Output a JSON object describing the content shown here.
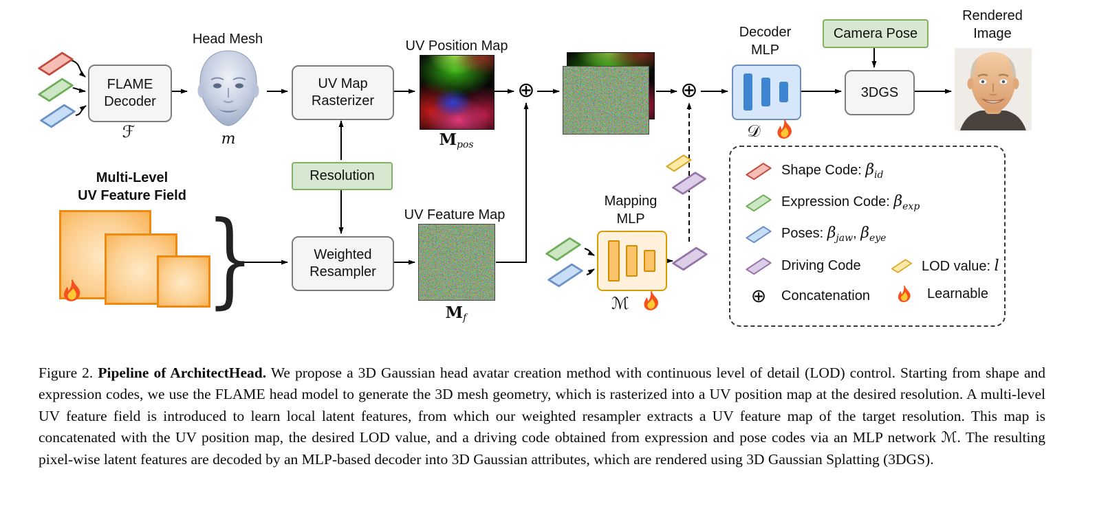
{
  "figure": {
    "caption_label": "Figure 2.",
    "caption_title": "Pipeline of ArchitectHead.",
    "caption_body": "We propose a 3D Gaussian head avatar creation method with continuous level of detail (LOD) control. Starting from shape and expression codes, we use the FLAME head model to generate the 3D mesh geometry, which is rasterized into a UV position map at the desired resolution. A multi-level UV feature field is introduced to learn local latent features, from which our weighted resampler extracts a UV feature map of the target resolution. This map is concatenated with the UV position map, the desired LOD value, and a driving code obtained from expression and pose codes via an MLP network ℳ. The resulting pixel-wise latent features are decoded by an MLP-based decoder into 3D Gaussian attributes, which are rendered using 3D Gaussian Splatting (3DGS)."
  },
  "pipeline": {
    "flame_decoder": {
      "line1": "FLAME",
      "line2": "Decoder",
      "symbol": "ℱ"
    },
    "head_mesh": {
      "title": "Head Mesh",
      "symbol": "m"
    },
    "uv_map_rasterizer": {
      "line1": "UV Map",
      "line2": "Rasterizer"
    },
    "uv_position_map": {
      "title": "UV Position Map",
      "symbol": "M",
      "symbol_sub": "pos"
    },
    "resolution": {
      "label": "Resolution"
    },
    "multi_level_field": {
      "line1": "Multi-Level",
      "line2": "UV Feature Field",
      "brace": "}"
    },
    "weighted_resampler": {
      "line1": "Weighted",
      "line2": "Resampler"
    },
    "uv_feature_map": {
      "title": "UV Feature Map",
      "symbol": "M",
      "symbol_sub": "f"
    },
    "mapping_mlp": {
      "line1": "Mapping",
      "line2": "MLP",
      "symbol": "ℳ"
    },
    "decoder_mlp": {
      "line1": "Decoder",
      "line2": "MLP",
      "symbol": "𝒟"
    },
    "camera_pose": {
      "label": "Camera Pose"
    },
    "renderer": {
      "label": "3DGS"
    },
    "rendered_image": {
      "line1": "Rendered",
      "line2": "Image"
    },
    "concat_symbol": "⊕"
  },
  "legend": {
    "shape_code": {
      "label": "Shape Code: ",
      "var": "β",
      "sub": "id"
    },
    "expression_code": {
      "label": "Expression Code: ",
      "var": "β",
      "sub": "exp"
    },
    "poses": {
      "label": "Poses: ",
      "var1": "β",
      "sub1": "jaw",
      "sep": ", ",
      "var2": "β",
      "sub2": "eye"
    },
    "driving_code": {
      "label": "Driving Code"
    },
    "lod_value": {
      "label": "LOD value: ",
      "var": "l"
    },
    "concatenation": {
      "symbol": "⊕",
      "label": "Concatenation"
    },
    "learnable": {
      "label": "Learnable"
    }
  }
}
